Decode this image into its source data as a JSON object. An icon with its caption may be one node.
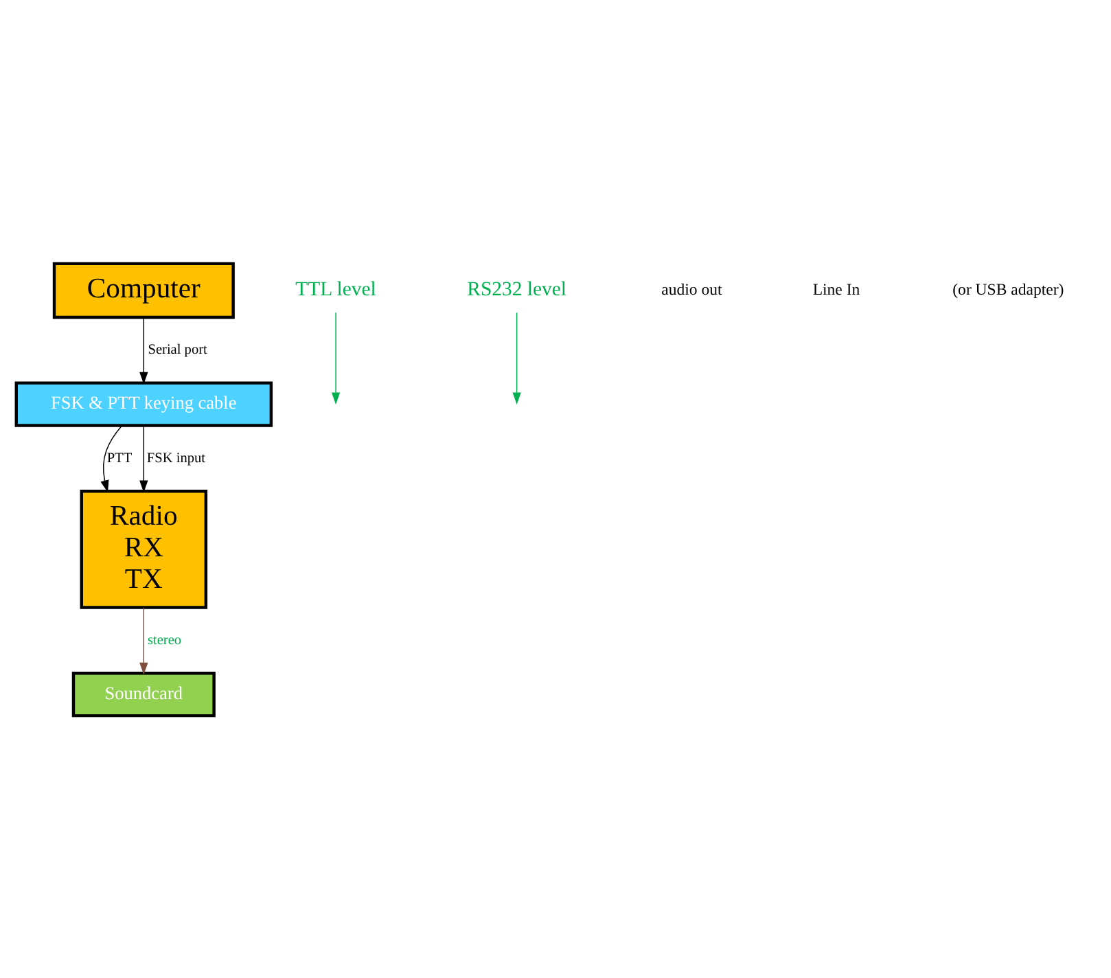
{
  "diagram": {
    "nodes": [
      {
        "text": [
          "Radio",
          "RX",
          "TX"
        ]
      },
      {
        "text": [
          "FSK & PTT keying cable"
        ]
      },
      {
        "text": [
          "Computer"
        ]
      },
      {
        "text": [
          "Soundcard"
        ]
      },
      {
        "text": [
          "TTL level"
        ]
      },
      {
        "text": [
          "RS232 level"
        ]
      }
    ],
    "edges": [
      {
        "from": 0,
        "to": 3,
        "arrow": "to",
        "label": "stereo",
        "color": "#7f4f3f"
      },
      {
        "from": 1,
        "to": 0,
        "arrow": "to",
        "label": "PTT"
      },
      {
        "from": 1,
        "to": 0,
        "arrow": "to",
        "label": "FSK input"
      },
      {
        "from": 2,
        "to": 1,
        "arrow": "to",
        "label": "Serial port"
      },
      {
        "from": 4,
        "to": null,
        "arrow": "to",
        "color": "#00b050"
      },
      {
        "from": 5,
        "to": null,
        "arrow": "to",
        "color": "#00b050"
      }
    ],
    "labels": [
      "audio out",
      "Line In",
      "(or USB adapter)"
    ]
  }
}
